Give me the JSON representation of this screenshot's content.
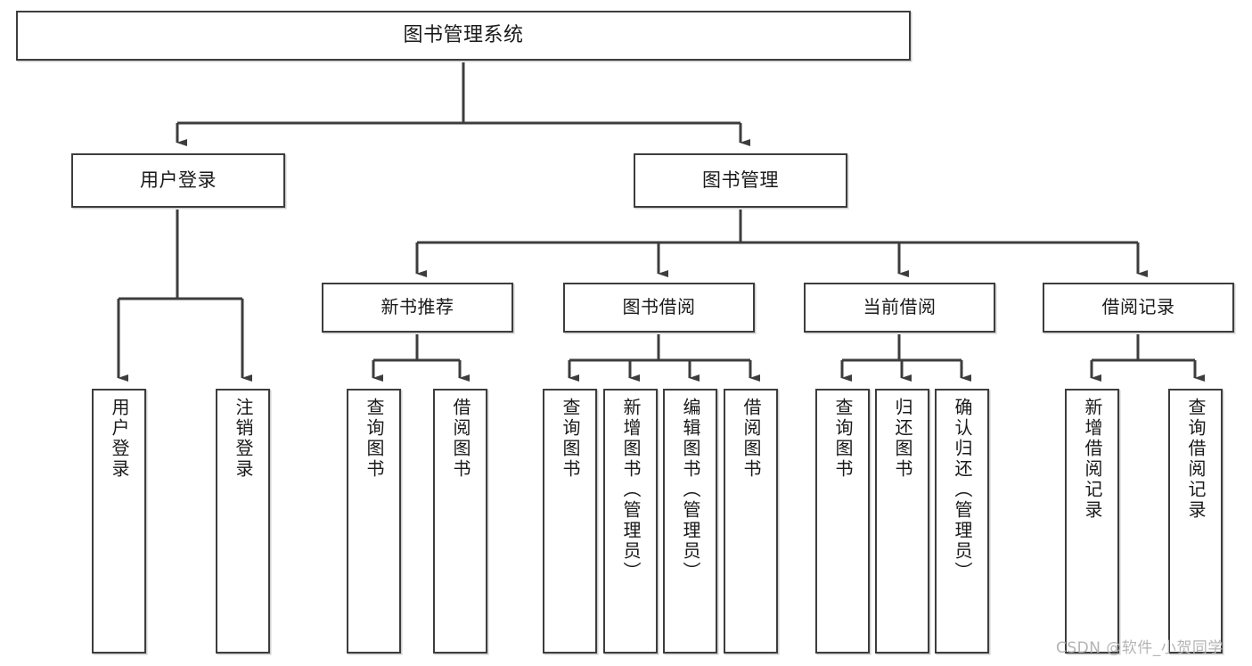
{
  "diagram": {
    "title": "图书管理系统",
    "root": {
      "label": "图书管理系统"
    },
    "level1": [
      {
        "label": "用户登录"
      },
      {
        "label": "图书管理"
      }
    ],
    "level2": [
      {
        "label": "新书推荐"
      },
      {
        "label": "图书借阅"
      },
      {
        "label": "当前借阅"
      },
      {
        "label": "借阅记录"
      }
    ],
    "leaves": {
      "user_login": [
        {
          "label": "用户登录"
        },
        {
          "label": "注销登录"
        }
      ],
      "new_book_recommend": [
        {
          "label": "查询图书"
        },
        {
          "label": "借阅图书"
        }
      ],
      "book_borrow": [
        {
          "label": "查询图书"
        },
        {
          "label": "新增图书（管理员）"
        },
        {
          "label": "编辑图书（管理员）"
        },
        {
          "label": "借阅图书"
        }
      ],
      "current_borrow": [
        {
          "label": "查询图书"
        },
        {
          "label": "归还图书"
        },
        {
          "label": "确认归还（管理员）"
        }
      ],
      "borrow_record": [
        {
          "label": "新增借阅记录"
        },
        {
          "label": "查询借阅记录"
        }
      ]
    }
  },
  "watermark": {
    "text": "CSDN @软件_小贺同学"
  },
  "colors": {
    "stroke": "#3d3d3d",
    "shadow": "#cfcfcf",
    "background": "#ffffff",
    "text": "#1a1a1a",
    "watermark": "#b4b4b4"
  }
}
